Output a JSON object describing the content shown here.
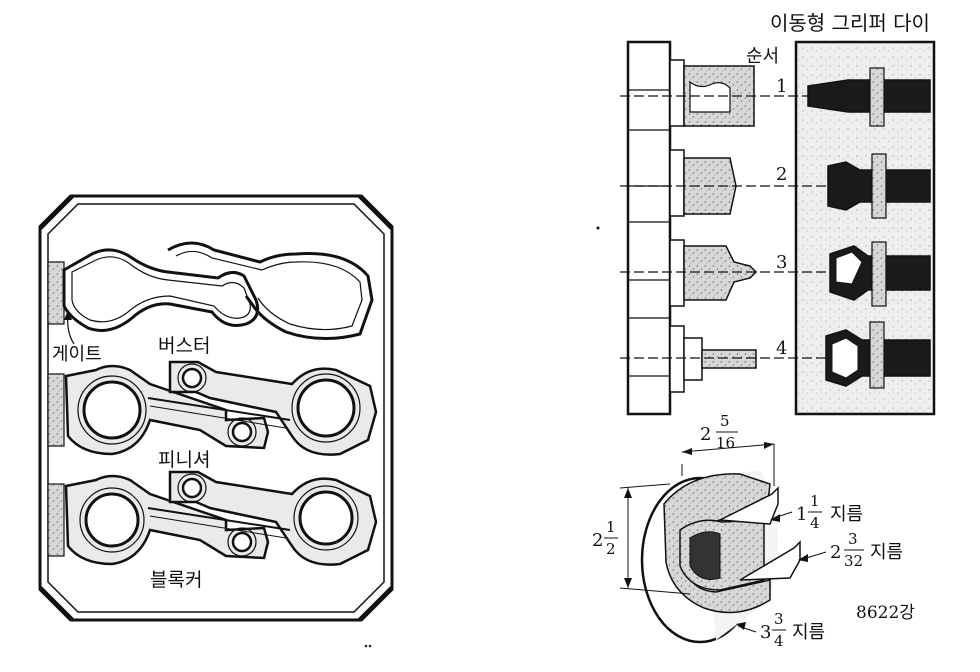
{
  "left_die": {
    "labels": {
      "gate": "게이트",
      "buster": "버스터",
      "finisher": "피니셔",
      "blocker": "블록커"
    }
  },
  "gripper_die": {
    "title": "이동형 그리퍼 다이",
    "sequence_header": "순서",
    "steps": [
      "1",
      "2",
      "3",
      "4"
    ]
  },
  "part_drawing": {
    "dim_top_whole": "2",
    "dim_top_num": "5",
    "dim_top_den": "16",
    "dim_left_whole": "2",
    "dim_left_num": "1",
    "dim_left_den": "2",
    "dim_inner_whole": "1",
    "dim_inner_num": "1",
    "dim_inner_den": "4",
    "dim_inner_suffix": "지름",
    "dim_mid_whole": "2",
    "dim_mid_num": "3",
    "dim_mid_den": "32",
    "dim_mid_suffix": "지름",
    "dim_outer_whole": "3",
    "dim_outer_num": "3",
    "dim_outer_den": "4",
    "dim_outer_suffix": "지름",
    "figure_code": "8622강"
  },
  "colors": {
    "ink": "#111111",
    "shade": "#9a9a9a",
    "dark": "#1a1a1a"
  }
}
